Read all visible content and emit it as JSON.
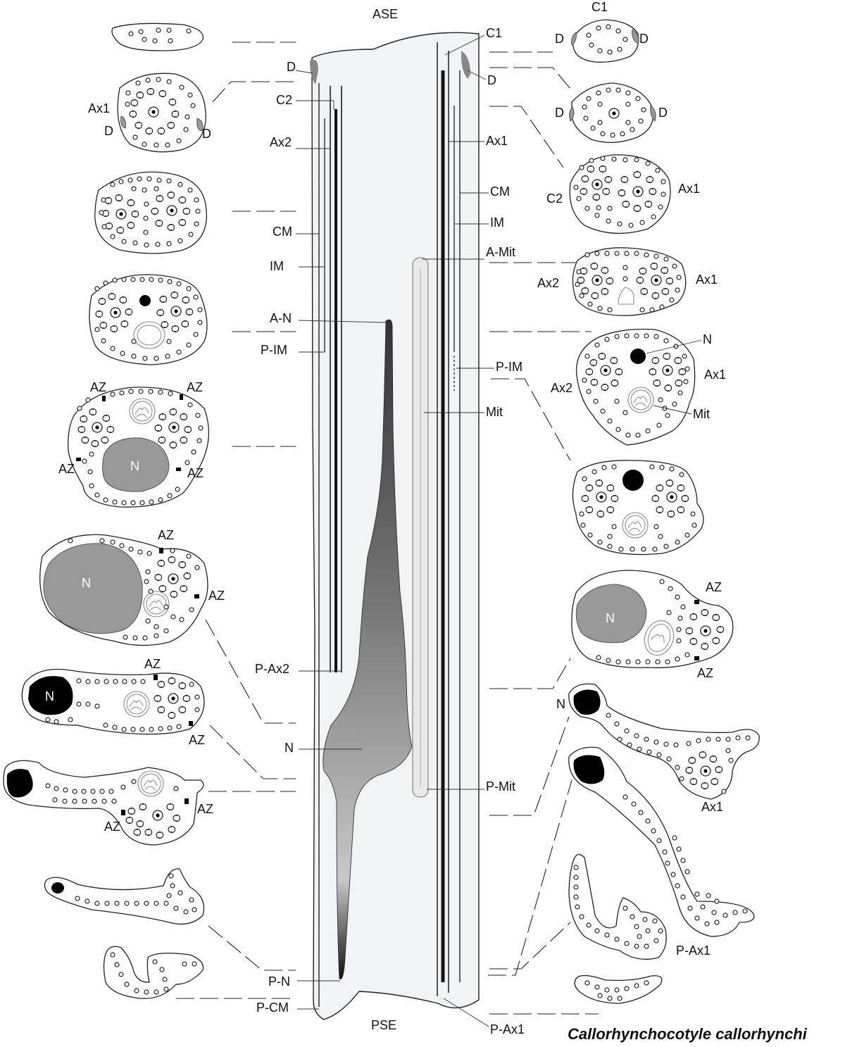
{
  "labels": {
    "ase": "ASE",
    "pse": "PSE",
    "c1": "C1",
    "c2": "C2",
    "d": "D",
    "ax1": "Ax1",
    "ax2": "Ax2",
    "cm": "CM",
    "im": "IM",
    "a_n": "A-N",
    "p_im": "P-IM",
    "a_mit": "A-Mit",
    "mit": "Mit",
    "n": "N",
    "az": "AZ",
    "p_ax2": "P-Ax2",
    "p_mit": "P-Mit",
    "p_n": "P-N",
    "p_cm": "P-CM",
    "p_ax1": "P-Ax1"
  },
  "title": "Callorhynchocotyle callorhynchi",
  "colors": {
    "outline": "#222222",
    "spermatozoon_body": "#f2f3f4",
    "nucleus_grey": "#999999",
    "nucleus_black": "#000000",
    "dense_plate": "#888888"
  }
}
